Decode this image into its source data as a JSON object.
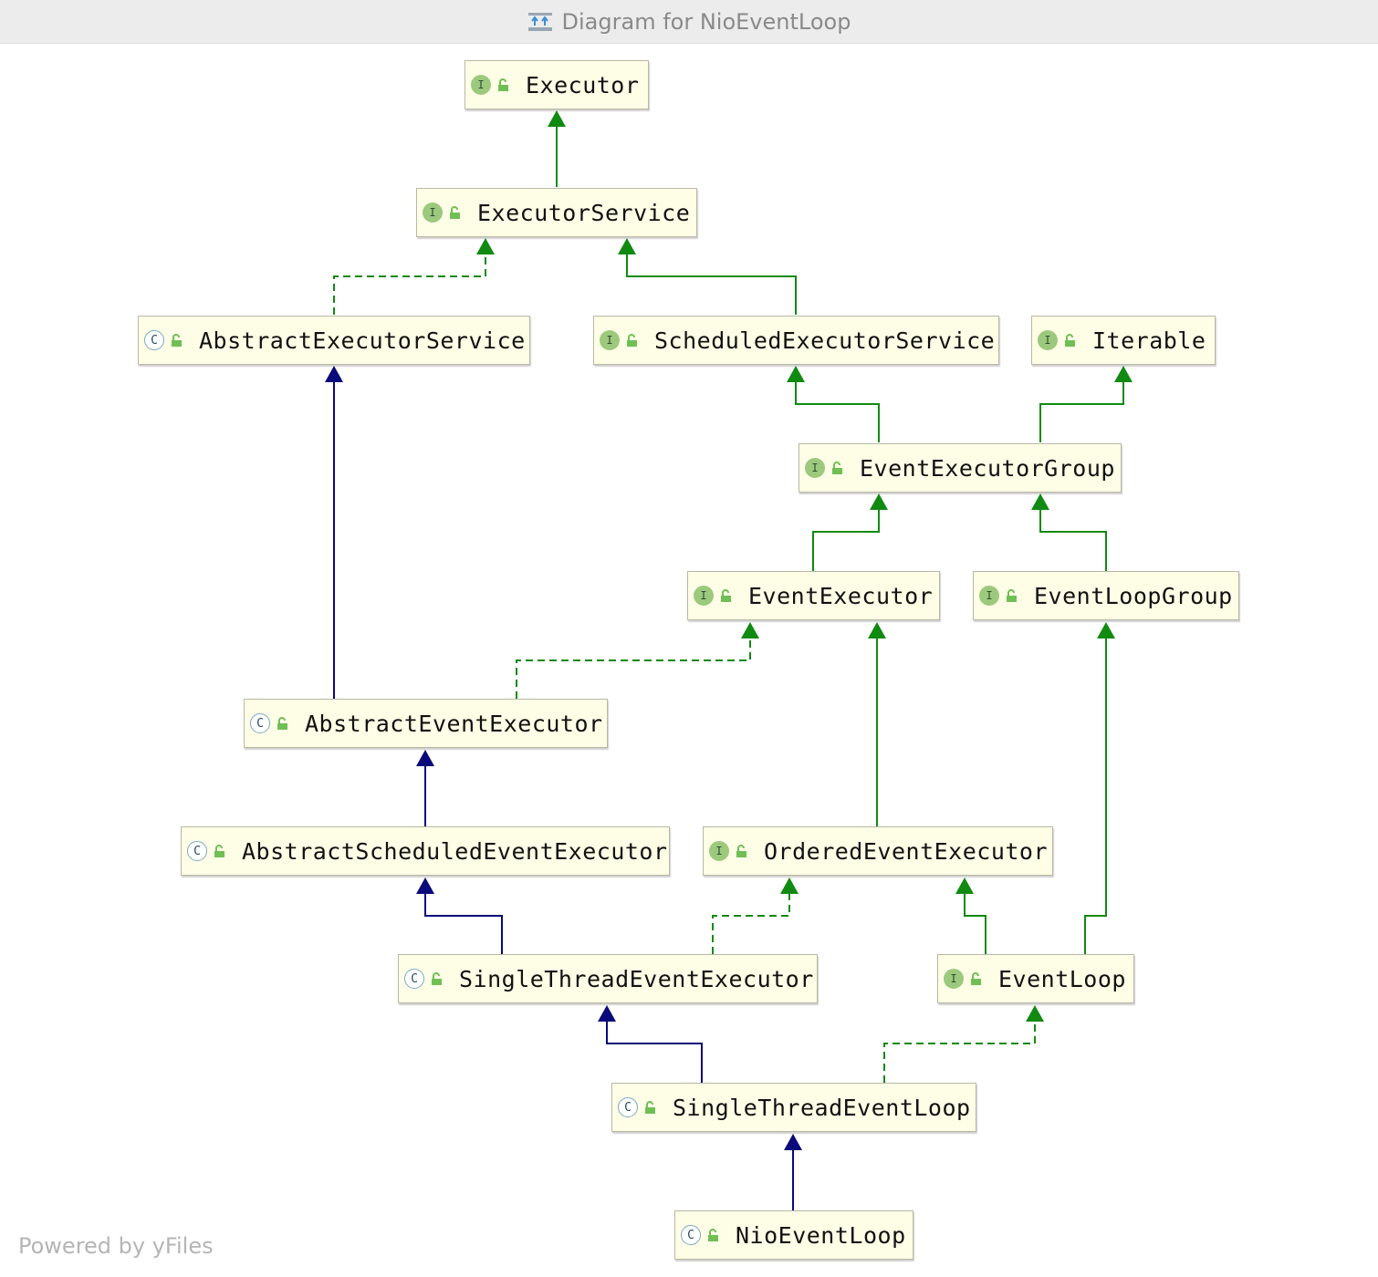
{
  "window": {
    "title": "Diagram for NioEventLoop",
    "icon": "diagram-icon"
  },
  "footer": {
    "text": "Powered by yFiles"
  },
  "colors": {
    "interface_edge": "#118a11",
    "class_edge": "#0a0a7a",
    "node_bg": "#fefee6",
    "interface_badge": "#9cc97d",
    "class_badge_border": "#7aa9c6"
  },
  "nodes": [
    {
      "id": "executor",
      "label": "Executor",
      "kind": "interface",
      "kind_letter": "I"
    },
    {
      "id": "executor-service",
      "label": "ExecutorService",
      "kind": "interface",
      "kind_letter": "I"
    },
    {
      "id": "abstract-executor-service",
      "label": "AbstractExecutorService",
      "kind": "class",
      "kind_letter": "C"
    },
    {
      "id": "scheduled-executor-service",
      "label": "ScheduledExecutorService",
      "kind": "interface",
      "kind_letter": "I"
    },
    {
      "id": "iterable",
      "label": "Iterable",
      "kind": "interface",
      "kind_letter": "I"
    },
    {
      "id": "event-executor-group",
      "label": "EventExecutorGroup",
      "kind": "interface",
      "kind_letter": "I"
    },
    {
      "id": "event-executor",
      "label": "EventExecutor",
      "kind": "interface",
      "kind_letter": "I"
    },
    {
      "id": "event-loop-group",
      "label": "EventLoopGroup",
      "kind": "interface",
      "kind_letter": "I"
    },
    {
      "id": "abstract-event-executor",
      "label": "AbstractEventExecutor",
      "kind": "class",
      "kind_letter": "C"
    },
    {
      "id": "abstract-scheduled-event-executor",
      "label": "AbstractScheduledEventExecutor",
      "kind": "class",
      "kind_letter": "C"
    },
    {
      "id": "ordered-event-executor",
      "label": "OrderedEventExecutor",
      "kind": "interface",
      "kind_letter": "I"
    },
    {
      "id": "single-thread-event-executor",
      "label": "SingleThreadEventExecutor",
      "kind": "class",
      "kind_letter": "C"
    },
    {
      "id": "event-loop",
      "label": "EventLoop",
      "kind": "interface",
      "kind_letter": "I"
    },
    {
      "id": "single-thread-event-loop",
      "label": "SingleThreadEventLoop",
      "kind": "class",
      "kind_letter": "C"
    },
    {
      "id": "nio-event-loop",
      "label": "NioEventLoop",
      "kind": "class",
      "kind_letter": "C"
    }
  ],
  "edges": [
    {
      "from": "executor-service",
      "to": "executor",
      "relation": "extends"
    },
    {
      "from": "abstract-executor-service",
      "to": "executor-service",
      "relation": "implements"
    },
    {
      "from": "scheduled-executor-service",
      "to": "executor-service",
      "relation": "extends"
    },
    {
      "from": "event-executor-group",
      "to": "scheduled-executor-service",
      "relation": "extends"
    },
    {
      "from": "event-executor-group",
      "to": "iterable",
      "relation": "extends"
    },
    {
      "from": "event-executor",
      "to": "event-executor-group",
      "relation": "extends"
    },
    {
      "from": "event-loop-group",
      "to": "event-executor-group",
      "relation": "extends"
    },
    {
      "from": "abstract-event-executor",
      "to": "abstract-executor-service",
      "relation": "class-extends"
    },
    {
      "from": "abstract-event-executor",
      "to": "event-executor",
      "relation": "implements"
    },
    {
      "from": "abstract-scheduled-event-executor",
      "to": "abstract-event-executor",
      "relation": "class-extends"
    },
    {
      "from": "ordered-event-executor",
      "to": "event-executor",
      "relation": "extends"
    },
    {
      "from": "single-thread-event-executor",
      "to": "abstract-scheduled-event-executor",
      "relation": "class-extends"
    },
    {
      "from": "single-thread-event-executor",
      "to": "ordered-event-executor",
      "relation": "implements"
    },
    {
      "from": "event-loop",
      "to": "ordered-event-executor",
      "relation": "extends"
    },
    {
      "from": "event-loop",
      "to": "event-loop-group",
      "relation": "extends"
    },
    {
      "from": "single-thread-event-loop",
      "to": "single-thread-event-executor",
      "relation": "class-extends"
    },
    {
      "from": "single-thread-event-loop",
      "to": "event-loop",
      "relation": "implements"
    },
    {
      "from": "nio-event-loop",
      "to": "single-thread-event-loop",
      "relation": "class-extends"
    }
  ]
}
